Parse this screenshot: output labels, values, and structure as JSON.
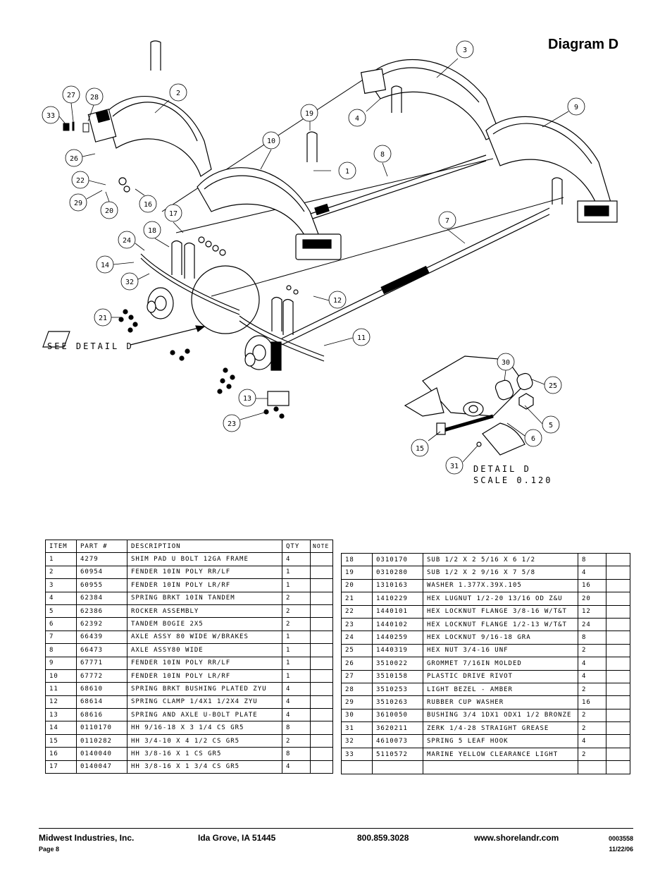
{
  "title": "Diagram D",
  "callouts": {
    "c1": "1",
    "c2": "2",
    "c3": "3",
    "c4": "4",
    "c5": "5",
    "c6": "6",
    "c7": "7",
    "c8": "8",
    "c9": "9",
    "c10": "10",
    "c11": "11",
    "c12": "12",
    "c13": "13",
    "c14": "14",
    "c15": "15",
    "c16": "16",
    "c17": "17",
    "c18": "18",
    "c19": "19",
    "c20": "20",
    "c21": "21",
    "c22": "22",
    "c23": "23",
    "c24": "24",
    "c25": "25",
    "c26": "26",
    "c27": "27",
    "c28": "28",
    "c29": "29",
    "c30": "30",
    "c31": "31",
    "c32": "32",
    "c33": "33"
  },
  "labels": {
    "see_detail": "SEE DETAIL  D",
    "detail_title": "DETAIL  D",
    "detail_scale": "SCALE  0.120"
  },
  "table_headers": {
    "item": "ITEM",
    "part": "PART #",
    "description": "DESCRIPTION",
    "qty": "QTY",
    "note": "NOTE"
  },
  "parts_left": [
    {
      "item": "1",
      "part": "4279",
      "desc": "SHIM PAD   U BOLT 12GA FRAME",
      "qty": "4"
    },
    {
      "item": "2",
      "part": "60954",
      "desc": "FENDER  10IN POLY RR/LF",
      "qty": "1"
    },
    {
      "item": "3",
      "part": "60955",
      "desc": "FENDER  10IN POLY LR/RF",
      "qty": "1"
    },
    {
      "item": "4",
      "part": "62384",
      "desc": "SPRING BRKT   10IN TANDEM",
      "qty": "2"
    },
    {
      "item": "5",
      "part": "62386",
      "desc": "ROCKER ASSEMBLY",
      "qty": "2"
    },
    {
      "item": "6",
      "part": "62392",
      "desc": "TANDEM BOGIE   2X5",
      "qty": "2"
    },
    {
      "item": "7",
      "part": "66439",
      "desc": "AXLE ASSY 80 WIDE W/BRAKES",
      "qty": "1"
    },
    {
      "item": "8",
      "part": "66473",
      "desc": "AXLE ASSY80 WIDE",
      "qty": "1"
    },
    {
      "item": "9",
      "part": "67771",
      "desc": "FENDER  10IN POLY RR/LF",
      "qty": "1"
    },
    {
      "item": "10",
      "part": "67772",
      "desc": "FENDER  10IN POLY LR/RF",
      "qty": "1"
    },
    {
      "item": "11",
      "part": "68610",
      "desc": "SPRING BRKT BUSHING PLATED ZYU",
      "qty": "4"
    },
    {
      "item": "12",
      "part": "68614",
      "desc": "SPRING CLAMP   1/4X1 1/2X4  ZYU",
      "qty": "4"
    },
    {
      "item": "13",
      "part": "68616",
      "desc": "SPRING AND AXLE U-BOLT PLATE",
      "qty": "4"
    },
    {
      "item": "14",
      "part": "0110170",
      "desc": "HH 9/16-18 X 3 1/4 CS GR5",
      "qty": "8"
    },
    {
      "item": "15",
      "part": "0110282",
      "desc": "HH 3/4-10 X 4 1/2 CS GR5",
      "qty": "2"
    },
    {
      "item": "16",
      "part": "0140040",
      "desc": "HH 3/8-16 X 1 CS GR5",
      "qty": "8"
    },
    {
      "item": "17",
      "part": "0140047",
      "desc": "HH 3/8-16 X 1 3/4 CS GR5",
      "qty": "4"
    }
  ],
  "parts_right": [
    {
      "item": "18",
      "part": "0310170",
      "desc": "SUB 1/2 X 2 5/16 X 6 1/2",
      "qty": "8"
    },
    {
      "item": "19",
      "part": "0310280",
      "desc": "SUB 1/2 X 2 9/16 X 7 5/8",
      "qty": "4"
    },
    {
      "item": "20",
      "part": "1310163",
      "desc": "WASHER 1.377X.39X.105",
      "qty": "16"
    },
    {
      "item": "21",
      "part": "1410229",
      "desc": "HEX LUGNUT 1/2-20 13/16 OD Z&U",
      "qty": "20"
    },
    {
      "item": "22",
      "part": "1440101",
      "desc": "HEX LOCKNUT FLANGE 3/8-16 W/T&T",
      "qty": "12"
    },
    {
      "item": "23",
      "part": "1440102",
      "desc": "HEX LOCKNUT FLANGE 1/2-13 W/T&T",
      "qty": "24"
    },
    {
      "item": "24",
      "part": "1440259",
      "desc": "HEX LOCKNUT 9/16-18 GRA",
      "qty": "8"
    },
    {
      "item": "25",
      "part": "1440319",
      "desc": "HEX NUT 3/4-16 UNF",
      "qty": "2"
    },
    {
      "item": "26",
      "part": "3510022",
      "desc": "GROMMET  7/16IN MOLDED",
      "qty": "4"
    },
    {
      "item": "27",
      "part": "3510158",
      "desc": "PLASTIC DRIVE RIVOT",
      "qty": "4"
    },
    {
      "item": "28",
      "part": "3510253",
      "desc": "LIGHT BEZEL - AMBER",
      "qty": "2"
    },
    {
      "item": "29",
      "part": "3510263",
      "desc": "RUBBER CUP WASHER",
      "qty": "16"
    },
    {
      "item": "30",
      "part": "3610050",
      "desc": "BUSHING  3/4 1DX1 ODX1 1/2 BRONZE",
      "qty": "2"
    },
    {
      "item": "31",
      "part": "3620211",
      "desc": "ZERK  1/4-28 STRAIGHT GREASE",
      "qty": "2"
    },
    {
      "item": "32",
      "part": "4610073",
      "desc": "SPRING  5 LEAF HOOK",
      "qty": "4"
    },
    {
      "item": "33",
      "part": "5110572",
      "desc": "MARINE YELLOW CLEARANCE LIGHT",
      "qty": "2"
    },
    {
      "item": "",
      "part": "",
      "desc": "",
      "qty": ""
    }
  ],
  "footer": {
    "company": "Midwest Industries, Inc.",
    "location": "Ida Grove, IA  51445",
    "phone": "800.859.3028",
    "website": "www.shorelandr.com",
    "doc_number": "0003558",
    "page": "Page 8",
    "date": "11/22/06"
  }
}
